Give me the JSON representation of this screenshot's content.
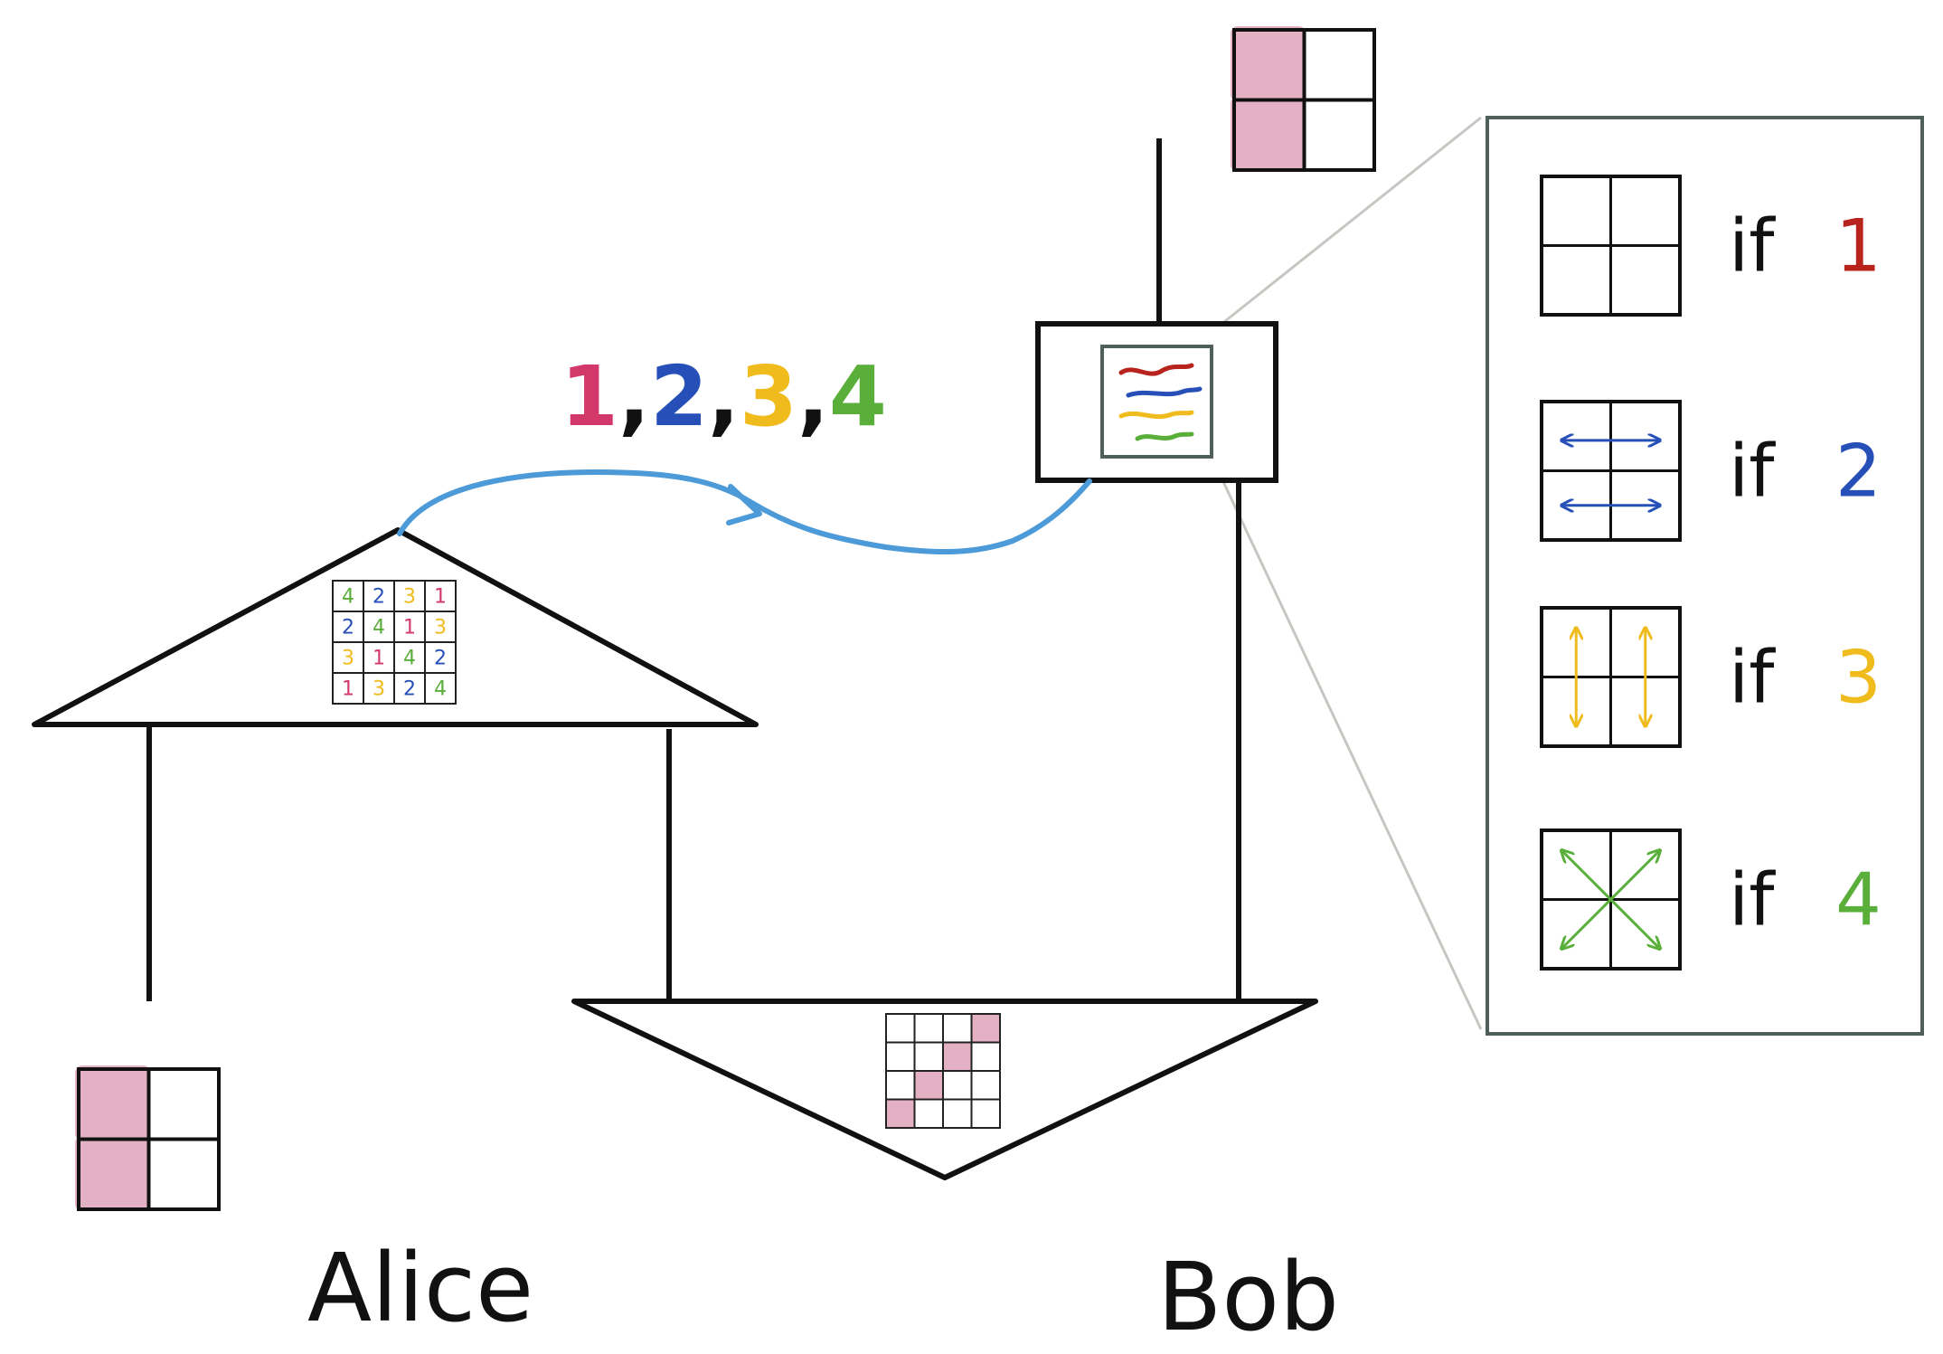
{
  "message": {
    "tokens": [
      {
        "text": "1",
        "color": "#d2386a"
      },
      {
        "text": ",",
        "color": "#111111"
      },
      {
        "text": "2",
        "color": "#2650b8"
      },
      {
        "text": ",",
        "color": "#111111"
      },
      {
        "text": "3",
        "color": "#f0bb1d"
      },
      {
        "text": ",",
        "color": "#111111"
      },
      {
        "text": "4",
        "color": "#5aae3a"
      }
    ]
  },
  "colors": {
    "c1": "#d2386a",
    "c1_legend": "#b8231e",
    "c2": "#2650b8",
    "c3": "#f0bb1d",
    "c4": "#5aae3a",
    "shade": "#e3b1c3",
    "arrow": "#4d9ad9",
    "zoom_box": "#4f5f5c",
    "zoom_lines": "#c6c6c2"
  },
  "alice": {
    "label": "Alice",
    "key_grid": {
      "rows": [
        [
          "4",
          "2",
          "3",
          "1"
        ],
        [
          "2",
          "4",
          "1",
          "3"
        ],
        [
          "3",
          "1",
          "4",
          "2"
        ],
        [
          "1",
          "3",
          "2",
          "4"
        ]
      ]
    },
    "output_shaded": [
      [
        true,
        false
      ],
      [
        true,
        false
      ]
    ]
  },
  "bob": {
    "label": "Bob",
    "output_shaded": [
      [
        true,
        false
      ],
      [
        true,
        false
      ]
    ]
  },
  "result_grid": {
    "shaded": [
      [
        false,
        false,
        false,
        true
      ],
      [
        false,
        false,
        true,
        false
      ],
      [
        false,
        true,
        false,
        false
      ],
      [
        true,
        false,
        false,
        false
      ]
    ]
  },
  "legend": [
    {
      "word": "if",
      "value": "1",
      "color_key": "c1_legend",
      "transform": "identity"
    },
    {
      "word": "if",
      "value": "2",
      "color_key": "c2",
      "transform": "horizontal-swap"
    },
    {
      "word": "if",
      "value": "3",
      "color_key": "c3",
      "transform": "vertical-swap"
    },
    {
      "word": "if",
      "value": "4",
      "color_key": "c4",
      "transform": "diagonal-swap"
    }
  ]
}
